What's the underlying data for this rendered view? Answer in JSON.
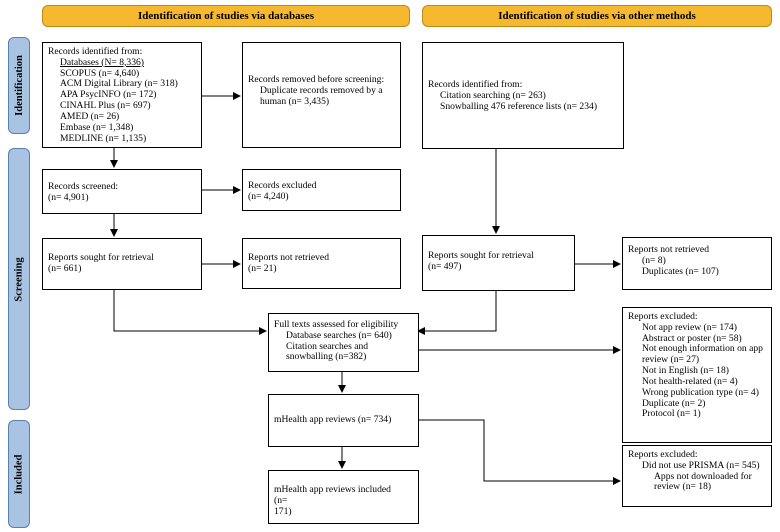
{
  "headers": {
    "databases": "Identification of studies via databases",
    "other": "Identification of studies via other methods"
  },
  "phases": {
    "identification": "Identification",
    "screening": "Screening",
    "included": "Included"
  },
  "db_identified": {
    "heading": "Records identified from:",
    "databases_total": "Databases (N= 8,336)",
    "sources": [
      "SCOPUS (n= 4,640)",
      "ACM Digital Library (n= 318)",
      "APA PsycINFO (n= 172)",
      "CINAHL Plus (n= 697)",
      "AMED (n= 26)",
      "Embase (n= 1,348)",
      "MEDLINE (n= 1,135)"
    ]
  },
  "removed_before_screening": {
    "line1": "Records removed before screening:",
    "line2": "Duplicate records removed by a",
    "line3": "human (n= 3,435)"
  },
  "other_identified": {
    "heading": "Records identified from:",
    "line1": "Citation searching (n= 263)",
    "line2": "Snowballing 476 reference lists (n= 234)"
  },
  "records_screened": {
    "label": "Records screened:",
    "value": "(n= 4,901)"
  },
  "records_excluded": {
    "label": "Records excluded",
    "value": "(n= 4,240)"
  },
  "db_sought": {
    "label": "Reports sought for retrieval",
    "value": "(n= 661)"
  },
  "db_not_retrieved": {
    "label": "Reports not retrieved",
    "value": "(n= 21)"
  },
  "other_sought": {
    "label": "Reports sought for retrieval",
    "value": "(n= 497)"
  },
  "other_not_retrieved": {
    "label": "Reports not retrieved",
    "line1": "(n= 8)",
    "line2": "Duplicates (n= 107)"
  },
  "full_texts": {
    "label": "Full texts assessed for eligibility",
    "line1": "Database searches (n= 640)",
    "line2": "Citation searches and",
    "line3": "snowballing (n=382)"
  },
  "reports_excluded_1": {
    "label": "Reports excluded:",
    "items": [
      "Not app review (n= 174)",
      "Abstract or poster (n= 58)",
      "Not enough information on app",
      "review (n= 27)",
      "Not in English (n= 18)",
      "Not health-related (n= 4)",
      "Wrong publication type (n= 4)",
      "Duplicate (n= 2)",
      "Protocol (n= 1)"
    ]
  },
  "mhealth_reviews": {
    "label": "mHealth app reviews (n= 734)"
  },
  "reports_excluded_2": {
    "label": "Reports excluded:",
    "line1": "Did not use PRISMA (n= 545)",
    "line2": "Apps not downloaded for",
    "line3": "review (n= 18)"
  },
  "mhealth_included": {
    "label": "mHealth app reviews included",
    "value": "(n=",
    "value2": "171)"
  }
}
